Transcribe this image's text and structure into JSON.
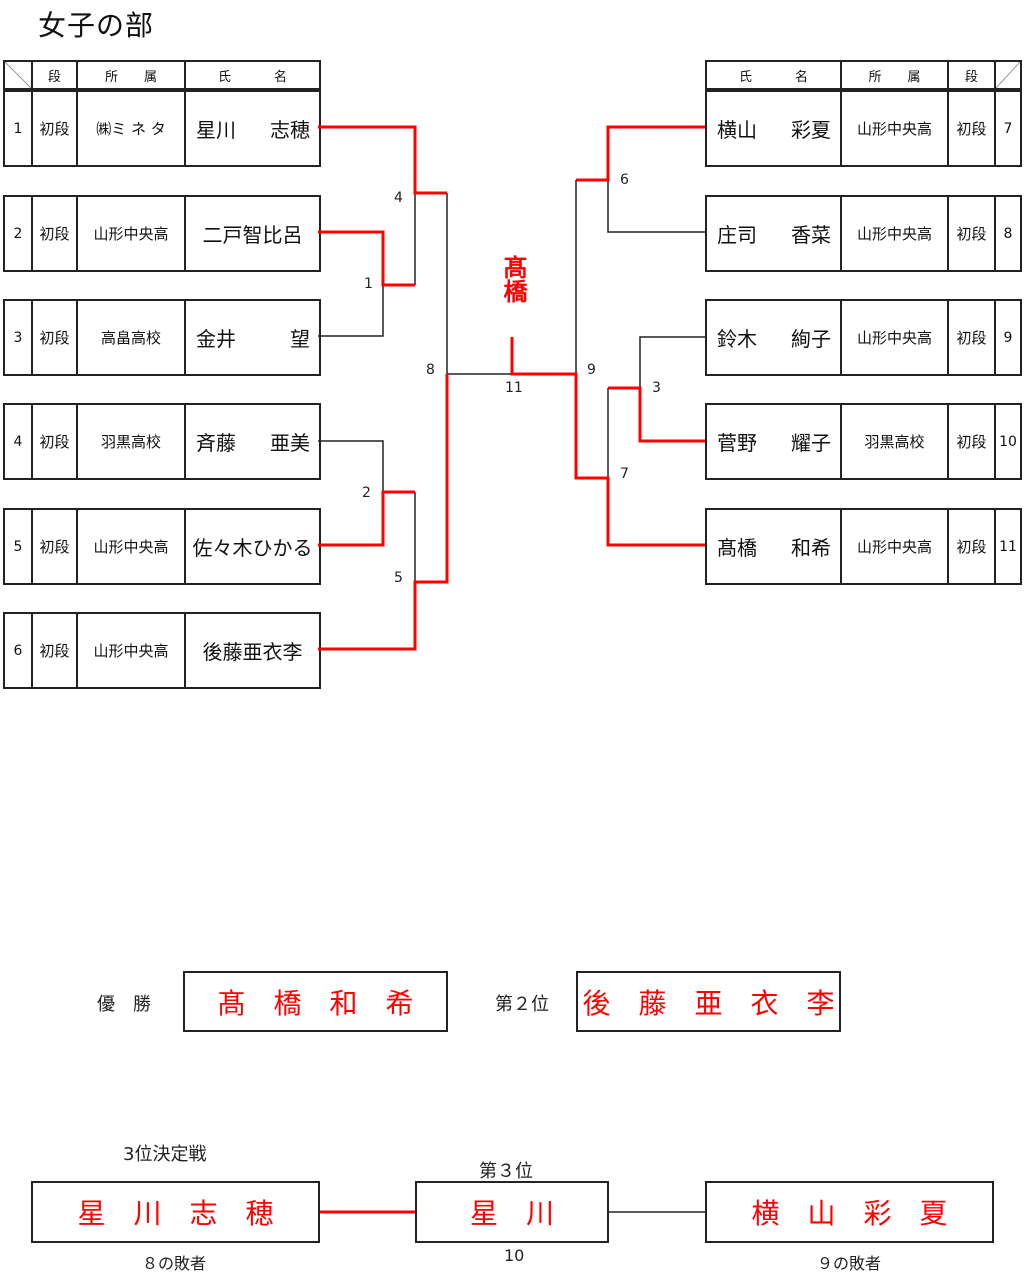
{
  "title": "女子の部",
  "headers_left": {
    "rank": "段",
    "affiliation": "所　　属",
    "name_a": "氏",
    "name_b": "名"
  },
  "headers_right": {
    "name_a": "氏",
    "name_b": "名",
    "affiliation": "所　　属",
    "rank": "段"
  },
  "left_players": [
    {
      "no": "1",
      "rank": "初段",
      "affiliation": "㈱ミ ネ タ",
      "family": "星川",
      "given": "志穂",
      "winner_path": true
    },
    {
      "no": "2",
      "rank": "初段",
      "affiliation": "山形中央高",
      "full": "二戸智比呂"
    },
    {
      "no": "3",
      "rank": "初段",
      "affiliation": "高畠高校",
      "family": "金井",
      "given": "望"
    },
    {
      "no": "4",
      "rank": "初段",
      "affiliation": "羽黒高校",
      "family": "斉藤",
      "given": "亜美"
    },
    {
      "no": "5",
      "rank": "初段",
      "affiliation": "山形中央高",
      "full": "佐々木ひかる"
    },
    {
      "no": "6",
      "rank": "初段",
      "affiliation": "山形中央高",
      "full": "後藤亜衣李"
    }
  ],
  "right_players": [
    {
      "no": "7",
      "rank": "初段",
      "affiliation": "山形中央高",
      "family": "横山",
      "given": "彩夏"
    },
    {
      "no": "8",
      "rank": "初段",
      "affiliation": "山形中央高",
      "family": "庄司",
      "given": "香菜"
    },
    {
      "no": "9",
      "rank": "初段",
      "affiliation": "山形中央高",
      "family": "鈴木",
      "given": "絢子"
    },
    {
      "no": "10",
      "rank": "初段",
      "affiliation": "羽黒高校",
      "family": "菅野",
      "given": "耀子"
    },
    {
      "no": "11",
      "rank": "初段",
      "affiliation": "山形中央高",
      "family": "髙橋",
      "given": "和希"
    }
  ],
  "matches": {
    "m1": "1",
    "m2": "2",
    "m3": "3",
    "m4": "4",
    "m5": "5",
    "m6": "6",
    "m7": "7",
    "m8": "8",
    "m9": "9",
    "m10": "10",
    "m11": "11"
  },
  "champion_flag": "髙橋",
  "results": {
    "winner_label": "優　勝",
    "winner_name": "髙　橋　和　希",
    "second_label": "第２位",
    "second_name": "後　藤　亜　衣　李"
  },
  "third_place": {
    "title": "3位決定戦",
    "left_name": "星　川　志　穂",
    "left_note": "８の敗者",
    "center_label": "第３位",
    "center_name": "星　川",
    "center_note": "10",
    "right_name": "横　山　彩　夏",
    "right_note": "９の敗者"
  },
  "colors": {
    "win_line": "#ff0000",
    "line": "#222222",
    "result_text": "#ff0000"
  }
}
